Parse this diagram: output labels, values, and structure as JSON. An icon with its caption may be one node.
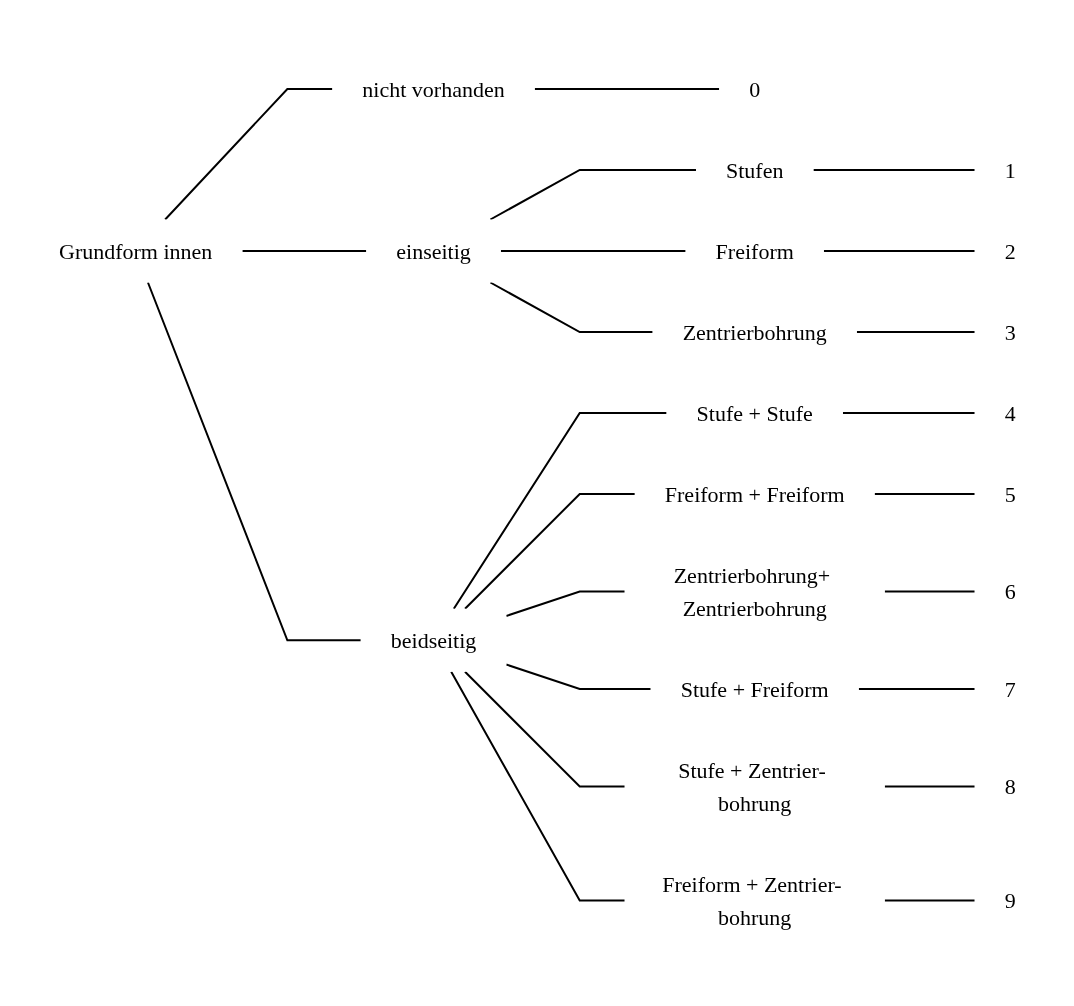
{
  "diagram": {
    "nodes": [
      {
        "text": [
          "Grundform innen"
        ]
      },
      {
        "text": [
          "nicht vorhanden"
        ]
      },
      {
        "text": [
          "0"
        ]
      },
      {
        "text": [
          "einseitig"
        ]
      },
      {
        "text": [
          "Stufen"
        ]
      },
      {
        "text": [
          "1"
        ]
      },
      {
        "text": [
          "Freiform"
        ]
      },
      {
        "text": [
          "2"
        ]
      },
      {
        "text": [
          "Zentrierbohrung"
        ]
      },
      {
        "text": [
          "3"
        ]
      },
      {
        "text": [
          "beidseitig"
        ]
      },
      {
        "text": [
          "Stufe + Stufe"
        ]
      },
      {
        "text": [
          "4"
        ]
      },
      {
        "text": [
          "Freiform + Freiform"
        ]
      },
      {
        "text": [
          "5"
        ]
      },
      {
        "text": [
          "Zentrierbohrung+ Zentrierbohrung"
        ]
      },
      {
        "text": [
          "6"
        ]
      },
      {
        "text": [
          "Stufe + Freiform"
        ]
      },
      {
        "text": [
          "7"
        ]
      },
      {
        "text": [
          "Stufe + Zentrier- bohrung"
        ]
      },
      {
        "text": [
          "8"
        ]
      },
      {
        "text": [
          "Freiform + Zentrier- bohrung"
        ]
      },
      {
        "text": [
          "9"
        ]
      }
    ],
    "edges": [
      {
        "from": 0,
        "to": 1,
        "arrow": "none"
      },
      {
        "from": 1,
        "to": 2,
        "arrow": "none"
      },
      {
        "from": 0,
        "to": 3,
        "arrow": "none"
      },
      {
        "from": 3,
        "to": 4,
        "arrow": "none"
      },
      {
        "from": 4,
        "to": 5,
        "arrow": "none"
      },
      {
        "from": 3,
        "to": 6,
        "arrow": "none"
      },
      {
        "from": 6,
        "to": 7,
        "arrow": "none"
      },
      {
        "from": 3,
        "to": 8,
        "arrow": "none"
      },
      {
        "from": 8,
        "to": 9,
        "arrow": "none"
      },
      {
        "from": 0,
        "to": 10,
        "arrow": "none"
      },
      {
        "from": 10,
        "to": 11,
        "arrow": "none"
      },
      {
        "from": 11,
        "to": 12,
        "arrow": "none"
      },
      {
        "from": 10,
        "to": 13,
        "arrow": "none"
      },
      {
        "from": 13,
        "to": 14,
        "arrow": "none"
      },
      {
        "from": 10,
        "to": 15,
        "arrow": "none"
      },
      {
        "from": 15,
        "to": 16,
        "arrow": "none"
      },
      {
        "from": 10,
        "to": 17,
        "arrow": "none"
      },
      {
        "from": 17,
        "to": 18,
        "arrow": "none"
      },
      {
        "from": 10,
        "to": 19,
        "arrow": "none"
      },
      {
        "from": 19,
        "to": 20,
        "arrow": "none"
      },
      {
        "from": 10,
        "to": 21,
        "arrow": "none"
      },
      {
        "from": 21,
        "to": 22,
        "arrow": "none"
      }
    ]
  }
}
